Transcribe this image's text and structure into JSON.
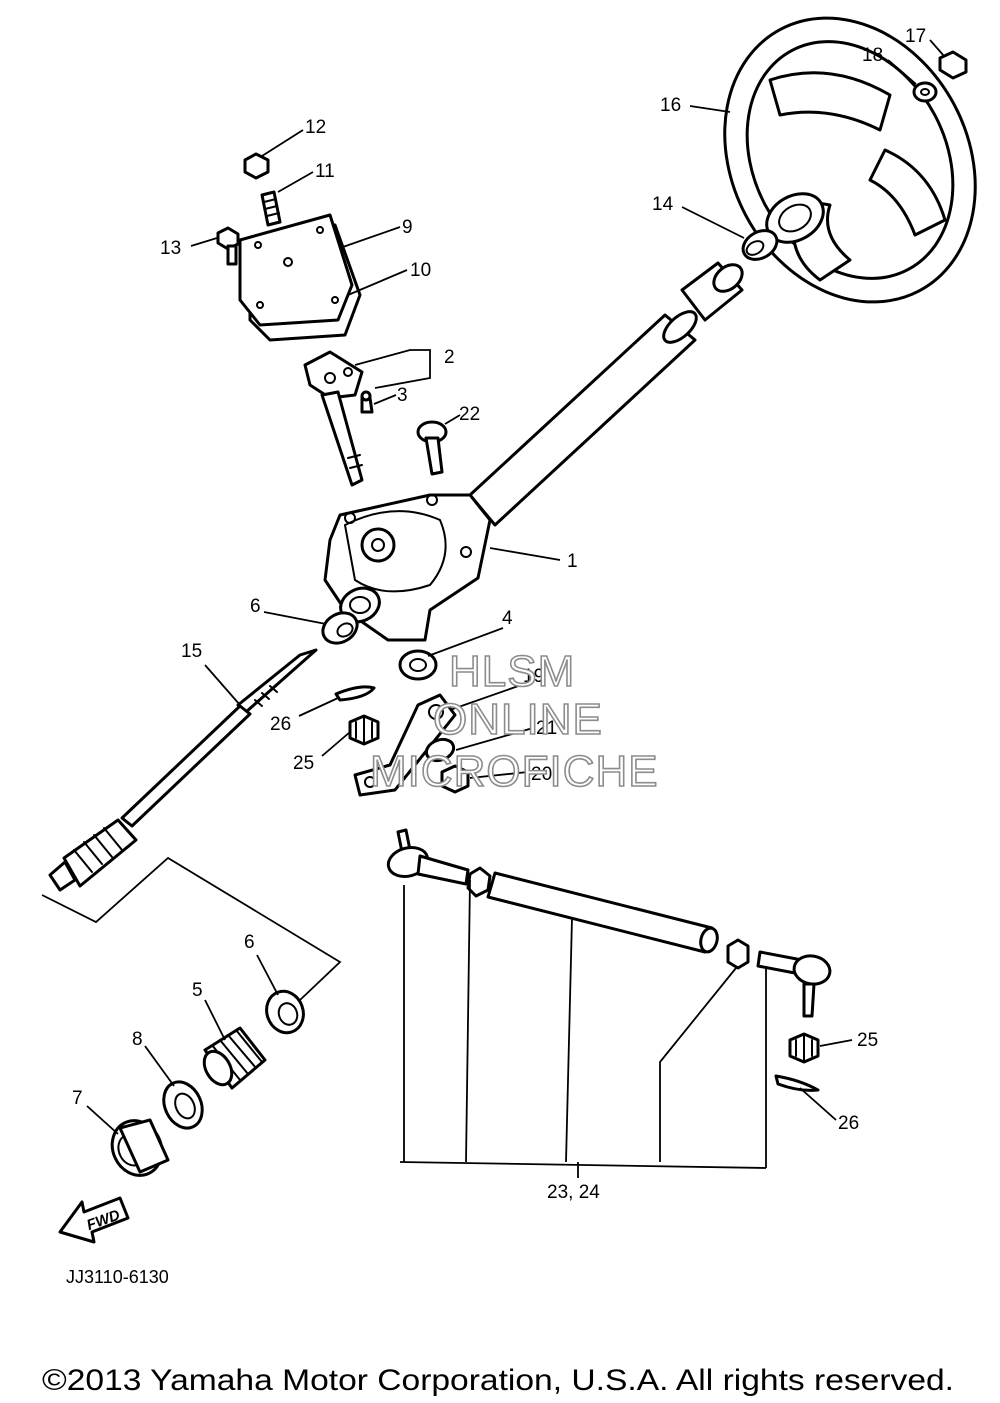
{
  "diagram": {
    "labels": [
      {
        "id": "1",
        "text": "1"
      },
      {
        "id": "2",
        "text": "2"
      },
      {
        "id": "3",
        "text": "3"
      },
      {
        "id": "4",
        "text": "4"
      },
      {
        "id": "5",
        "text": "5"
      },
      {
        "id": "6a",
        "text": "6"
      },
      {
        "id": "6b",
        "text": "6"
      },
      {
        "id": "7",
        "text": "7"
      },
      {
        "id": "8",
        "text": "8"
      },
      {
        "id": "9",
        "text": "9"
      },
      {
        "id": "10",
        "text": "10"
      },
      {
        "id": "11",
        "text": "11"
      },
      {
        "id": "12",
        "text": "12"
      },
      {
        "id": "13",
        "text": "13"
      },
      {
        "id": "14",
        "text": "14"
      },
      {
        "id": "15",
        "text": "15"
      },
      {
        "id": "16",
        "text": "16"
      },
      {
        "id": "17",
        "text": "17"
      },
      {
        "id": "18",
        "text": "18"
      },
      {
        "id": "19",
        "text": "19"
      },
      {
        "id": "20",
        "text": "20"
      },
      {
        "id": "21",
        "text": "21"
      },
      {
        "id": "22",
        "text": "22"
      },
      {
        "id": "23_24",
        "text": "23, 24"
      },
      {
        "id": "25a",
        "text": "25"
      },
      {
        "id": "25b",
        "text": "25"
      },
      {
        "id": "26a",
        "text": "26"
      },
      {
        "id": "26b",
        "text": "26"
      }
    ],
    "fwd_label": "FWD",
    "diagram_code": "JJ3110-6130",
    "watermark": [
      "HLSM",
      "ONLINE",
      "MICROFICHE"
    ]
  },
  "footer": {
    "copyright": "©2013 Yamaha Motor Corporation, U.S.A. All rights reserved."
  }
}
